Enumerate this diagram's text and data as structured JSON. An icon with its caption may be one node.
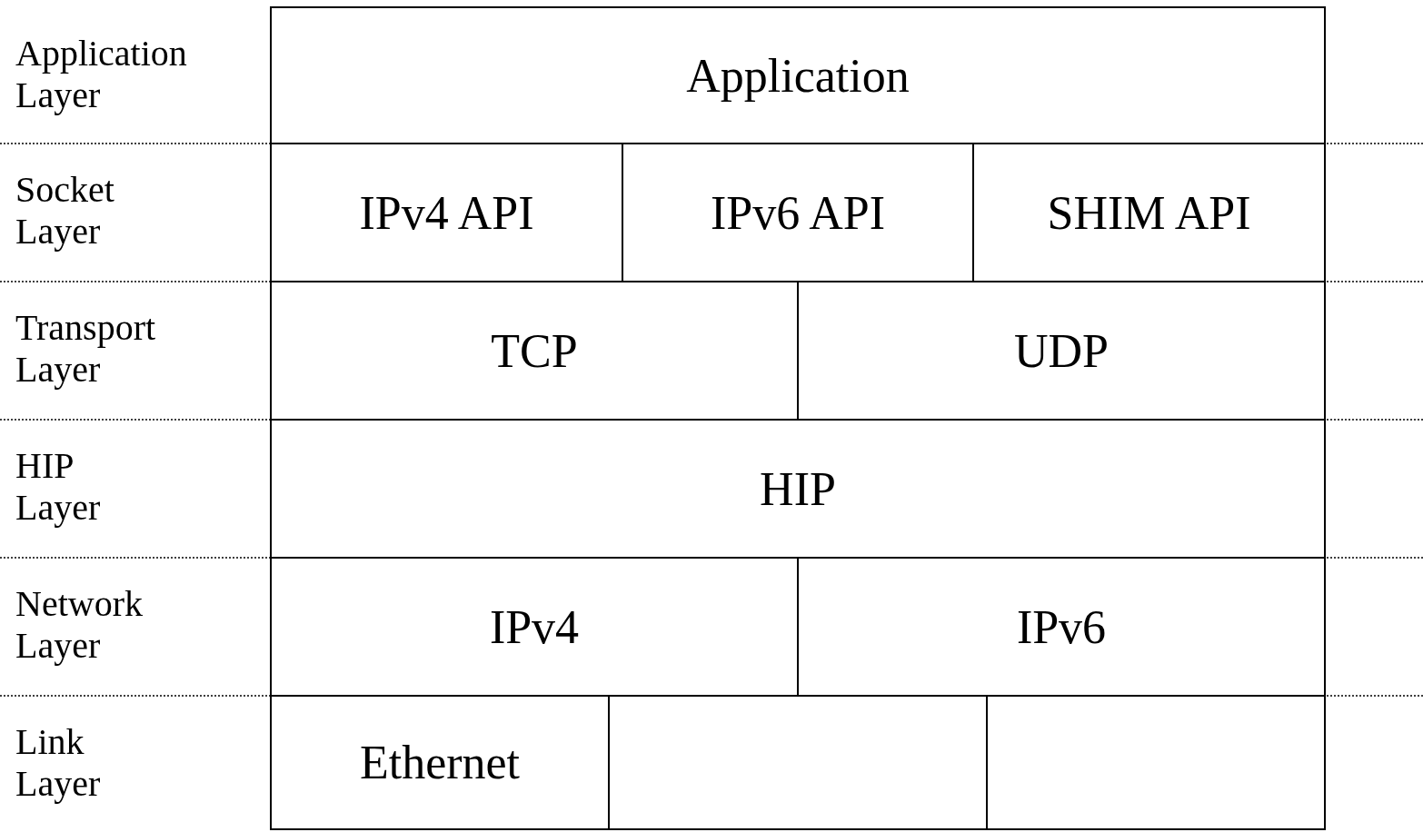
{
  "diagram": {
    "nodes": [
      {
        "text": [
          "Application"
        ]
      },
      {
        "text": [
          "IPv4 API"
        ]
      },
      {
        "text": [
          "IPv6 API"
        ]
      },
      {
        "text": [
          "SHIM API"
        ]
      },
      {
        "text": [
          "TCP"
        ]
      },
      {
        "text": [
          "UDP"
        ]
      },
      {
        "text": [
          "HIP"
        ]
      },
      {
        "text": [
          "IPv4"
        ]
      },
      {
        "text": [
          "IPv6"
        ]
      },
      {
        "text": [
          "Ethernet"
        ]
      },
      {
        "text": [],
        "shape": "box"
      },
      {
        "text": [],
        "shape": "box"
      }
    ],
    "edges": [],
    "labels": [
      "Application Layer",
      "Socket Layer",
      "Transport Layer",
      "HIP Layer",
      "Network Layer",
      "Link Layer"
    ]
  }
}
